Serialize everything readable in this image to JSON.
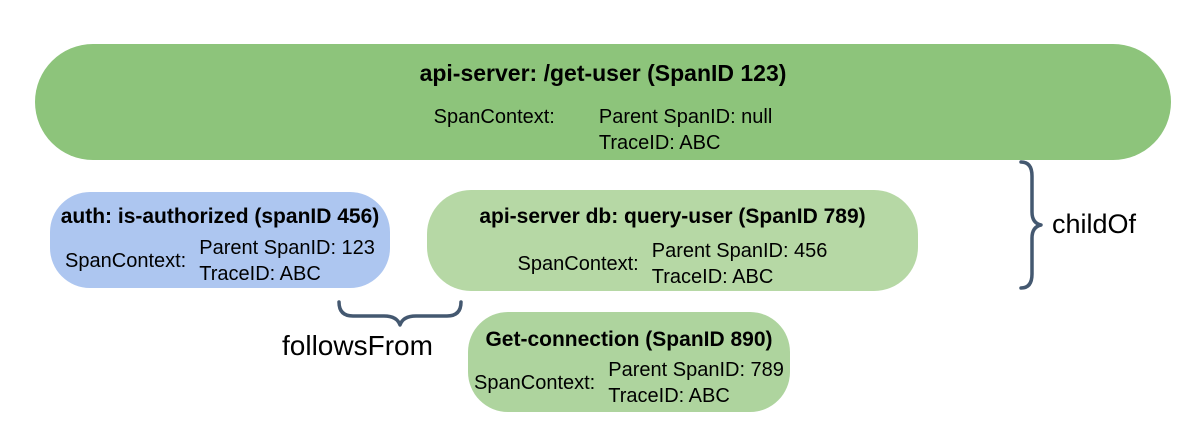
{
  "diagram": {
    "title_hint": "OpenTracing span relationships diagram",
    "colors": {
      "background": "#ffffff",
      "root_span_fill": "#8dc47b",
      "auth_span_fill": "#adc6f0",
      "db_span_fill": "#b6d8a5",
      "conn_span_fill": "#aed49e",
      "brace_stroke": "#445870",
      "text": "#000000"
    },
    "spans": [
      {
        "id": "api-server-get-user",
        "title": "api-server: /get-user (SpanID 123)",
        "context_label": "SpanContext:",
        "lines": [
          "Parent SpanID: null",
          "TraceID: ABC"
        ]
      },
      {
        "id": "auth-is-authorized",
        "title": "auth: is-authorized (spanID 456)",
        "context_label": "SpanContext:",
        "lines": [
          "Parent SpanID: 123",
          "TraceID: ABC"
        ]
      },
      {
        "id": "api-server-db-query-user",
        "title": "api-server db: query-user (SpanID 789)",
        "context_label": "SpanContext:",
        "lines": [
          "Parent SpanID: 456",
          "TraceID: ABC"
        ]
      },
      {
        "id": "get-connection",
        "title": "Get-connection (SpanID 890)",
        "context_label": "SpanContext:",
        "lines": [
          "Parent SpanID: 789",
          "TraceID: ABC"
        ]
      }
    ],
    "relations": {
      "child_of_label": "childOf",
      "follows_from_label": "followsFrom"
    }
  }
}
